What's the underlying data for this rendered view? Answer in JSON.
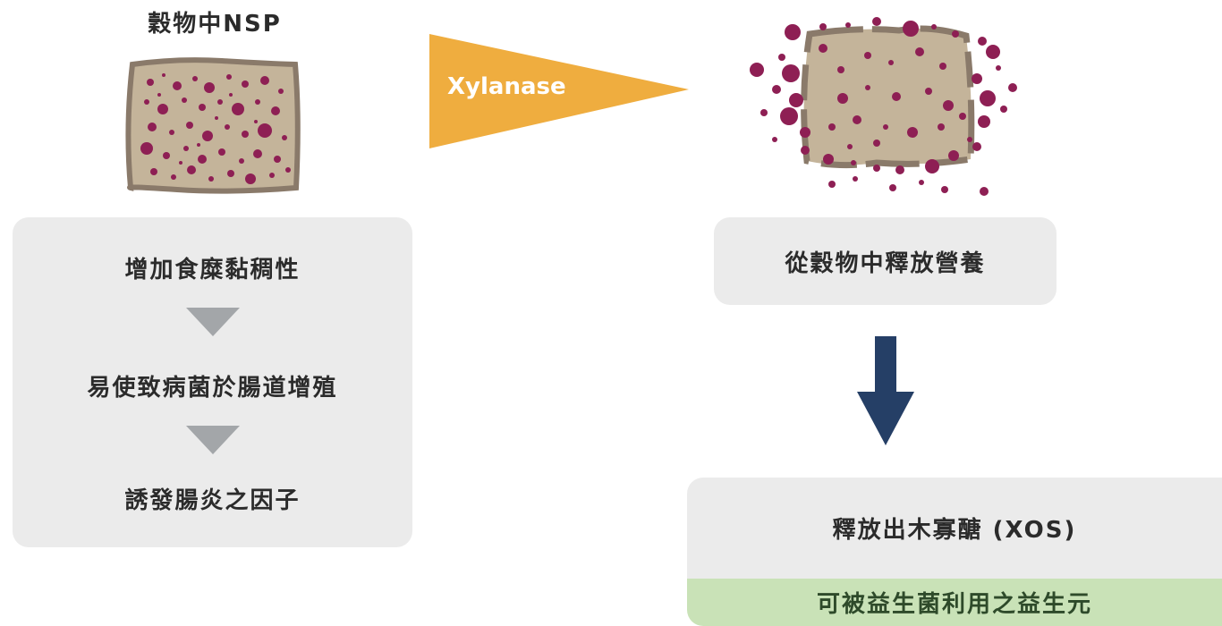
{
  "left": {
    "title": "穀物中NSP",
    "steps": [
      "增加食糜黏稠性",
      "易使致病菌於腸道增殖",
      "誘發腸炎之因子"
    ]
  },
  "enzyme": {
    "label": "Xylanase"
  },
  "right": {
    "release_text": "從穀物中釋放營養",
    "xos_title": "釋放出木寡醣 (XOS)",
    "xos_subtitle": "可被益生菌利用之益生元"
  },
  "colors": {
    "grain_fill": "#c4b49a",
    "grain_border": "#8a7a6a",
    "particle": "#8e1f54",
    "enzyme_arrow": "#efad3f",
    "down_arrow": "#253f66",
    "box_gray": "#ebebeb",
    "box_green": "#c9e2b7",
    "triangle_gray": "#a3a6a9"
  }
}
